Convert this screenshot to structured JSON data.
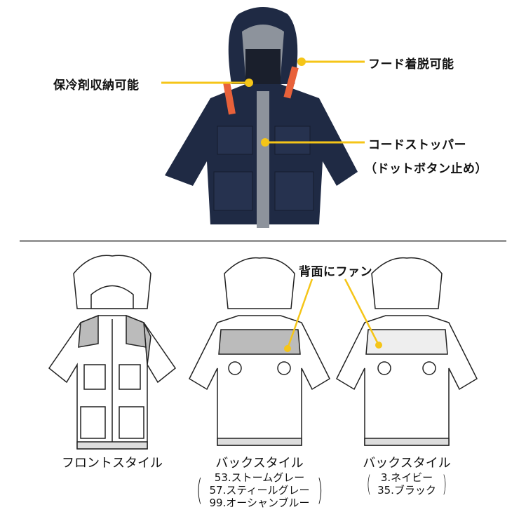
{
  "colors": {
    "accent": "#f5c518",
    "navy": "#1f2a44",
    "divider": "#9a9a9a"
  },
  "callouts": {
    "hood": "フード着脱可能",
    "cold_pack": "保冷剤収納可能",
    "cord_stopper": "コードストッパー",
    "cord_stopper_note": "（ドットボタン止め）",
    "fan": "背面にファン"
  },
  "styles": [
    {
      "label": "フロントスタイル",
      "colors": []
    },
    {
      "label": "バックスタイル",
      "colors": [
        "53.ストームグレー",
        "57.スティールグレー",
        "99.オーシャンブルー"
      ]
    },
    {
      "label": "バックスタイル",
      "colors": [
        "3.ネイビー",
        "35.ブラック"
      ]
    }
  ]
}
